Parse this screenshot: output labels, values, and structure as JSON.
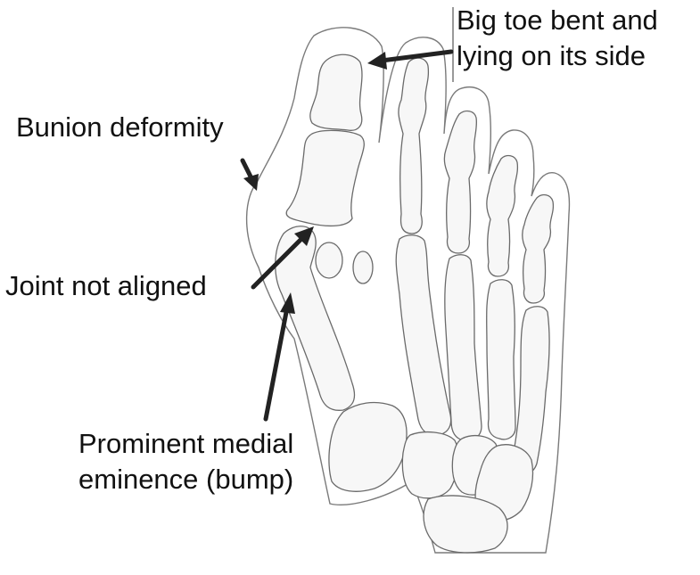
{
  "labels": {
    "big_toe_line1": "Big toe bent and",
    "big_toe_line2": "lying on its side",
    "bunion": "Bunion deformity",
    "joint": "Joint not aligned",
    "eminence_line1": "Prominent medial",
    "eminence_line2": "eminence (bump)"
  }
}
